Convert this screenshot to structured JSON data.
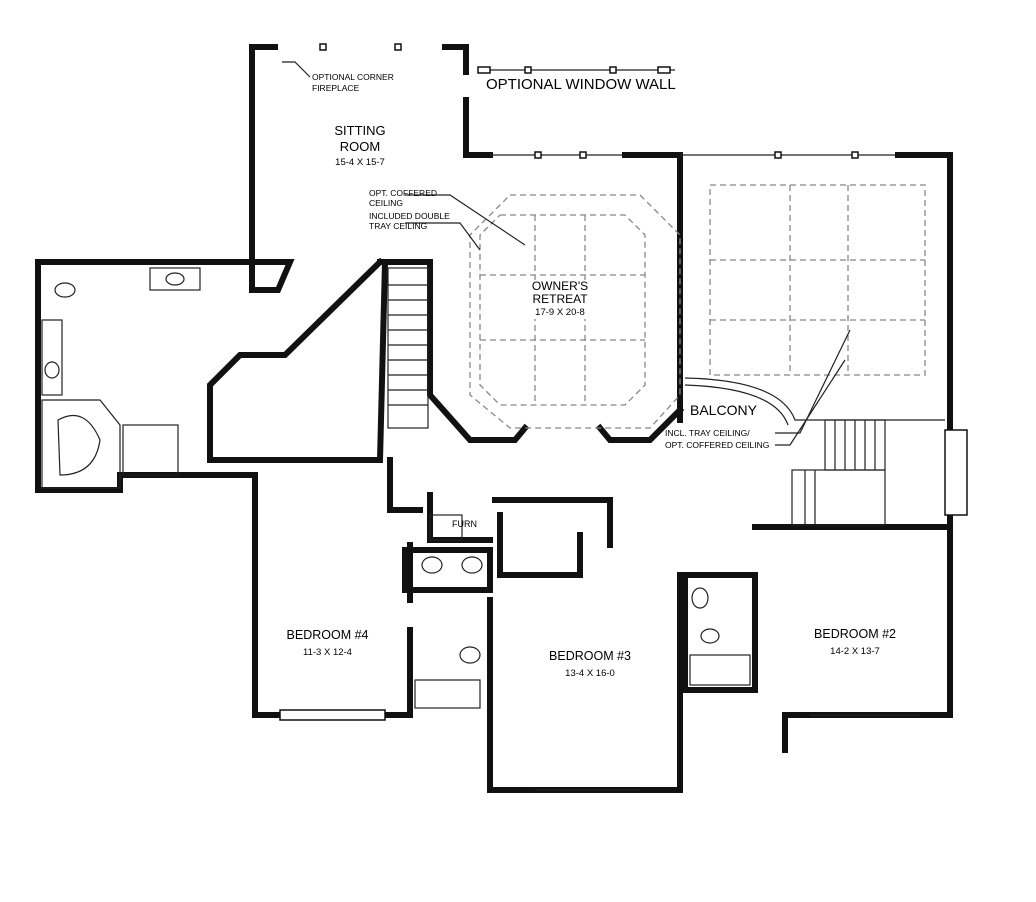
{
  "rooms": {
    "sitting_room": {
      "name_line1": "SITTING",
      "name_line2": "ROOM",
      "size": "15-4 X 15-7"
    },
    "owners_retreat": {
      "name_line1": "OWNER'S",
      "name_line2": "RETREAT",
      "size": "17-9 X 20-8"
    },
    "balcony": {
      "name": "BALCONY"
    },
    "bedroom_2": {
      "name": "BEDROOM #2",
      "size": "14-2 X 13-7"
    },
    "bedroom_3": {
      "name": "BEDROOM #3",
      "size": "13-4 X 16-0"
    },
    "bedroom_4": {
      "name": "BEDROOM #4",
      "size": "11-3 X 12-4"
    },
    "furnace": {
      "name": "FURN"
    }
  },
  "notes": {
    "window_wall": "OPTIONAL WINDOW WALL",
    "fireplace_line1": "OPTIONAL CORNER",
    "fireplace_line2": "FIREPLACE",
    "coffered_line1": "OPT. COFFERED",
    "coffered_line2": "CEILING",
    "tray_line1": "INCLUDED DOUBLE",
    "tray_line2": "TRAY CEILING",
    "balcony_ceiling_line1": "INCL. TRAY CEILING/",
    "balcony_ceiling_line2": "OPT. COFFERED CEILING"
  }
}
